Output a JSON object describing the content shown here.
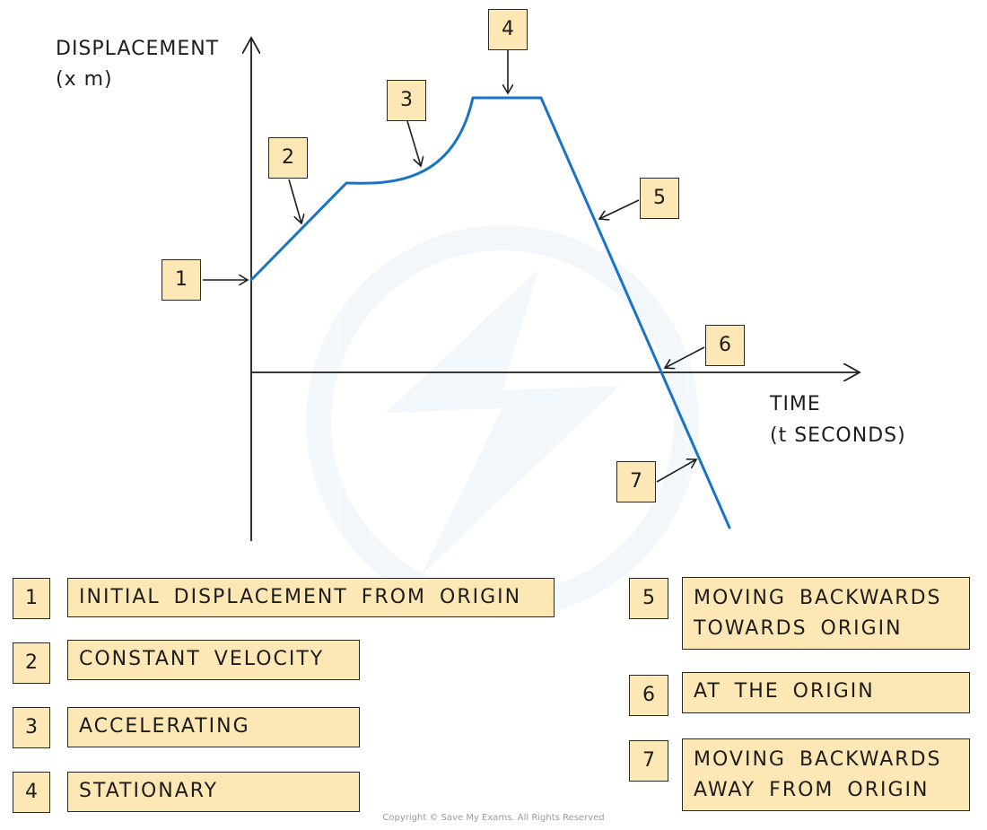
{
  "axes": {
    "y_label": "DISPLACEMENT",
    "y_unit": "(x m)",
    "x_label": "TIME",
    "x_unit": "(t SECONDS)"
  },
  "callouts": [
    "1",
    "2",
    "3",
    "4",
    "5",
    "6",
    "7"
  ],
  "key": [
    {
      "number": "1",
      "text": "INITIAL DISPLACEMENT FROM ORIGIN"
    },
    {
      "number": "2",
      "text": "CONSTANT VELOCITY"
    },
    {
      "number": "3",
      "text": "ACCELERATING"
    },
    {
      "number": "4",
      "text": "STATIONARY"
    },
    {
      "number": "5",
      "text": "MOVING BACKWARDS\nTOWARDS ORIGIN"
    },
    {
      "number": "6",
      "text": "AT THE ORIGIN"
    },
    {
      "number": "7",
      "text": "MOVING BACKWARDS\nAWAY FROM ORIGIN"
    }
  ],
  "copyright": "Copyright © Save My Exams. All Rights Reserved",
  "colors": {
    "graph_line": "#1a73c4",
    "box_fill": "#fde8b5",
    "outline": "#2a2a2a"
  }
}
